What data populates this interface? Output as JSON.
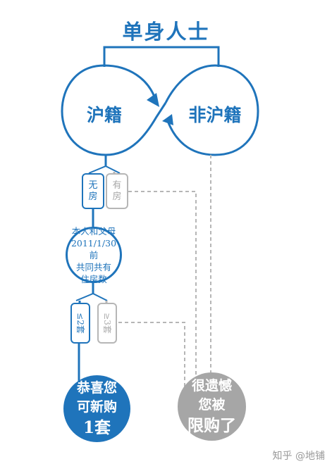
{
  "title": "单身人士",
  "left_loop": "沪籍",
  "right_loop": "非沪籍",
  "tags_top": {
    "no_house": "无房",
    "has_house": "有房"
  },
  "check_circle": {
    "line1": "本人和父母",
    "line2": "2011/1/30前",
    "line3": "共同共有",
    "line4": "住房数"
  },
  "tags_bottom": {
    "le2": "≤2套",
    "ge3": "≥3套"
  },
  "result_yes": {
    "line1": "恭喜您",
    "line2": "可新购",
    "line3": "1套"
  },
  "result_no": {
    "line1": "很遗憾",
    "line2": "您被",
    "line3": "限购了"
  },
  "watermark": "知乎 @地铺",
  "colors": {
    "blue": "#1f74bb",
    "gray": "#a6a6a6",
    "light_gray": "#b6b6b6"
  }
}
